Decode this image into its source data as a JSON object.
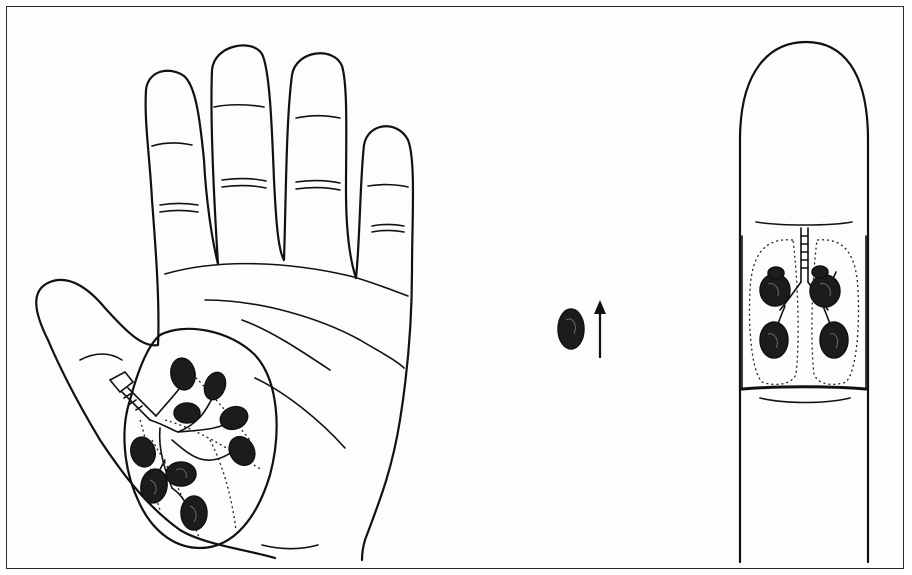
{
  "figure": {
    "panels": [
      {
        "name": "palm",
        "subject": "hand-palm"
      },
      {
        "name": "marker",
        "subject": "lobe-with-arrow"
      },
      {
        "name": "finger",
        "subject": "single-finger"
      }
    ],
    "colors": {
      "ink": "#111111",
      "lobe": "#1c1c1c",
      "background": "#ffffff"
    }
  }
}
